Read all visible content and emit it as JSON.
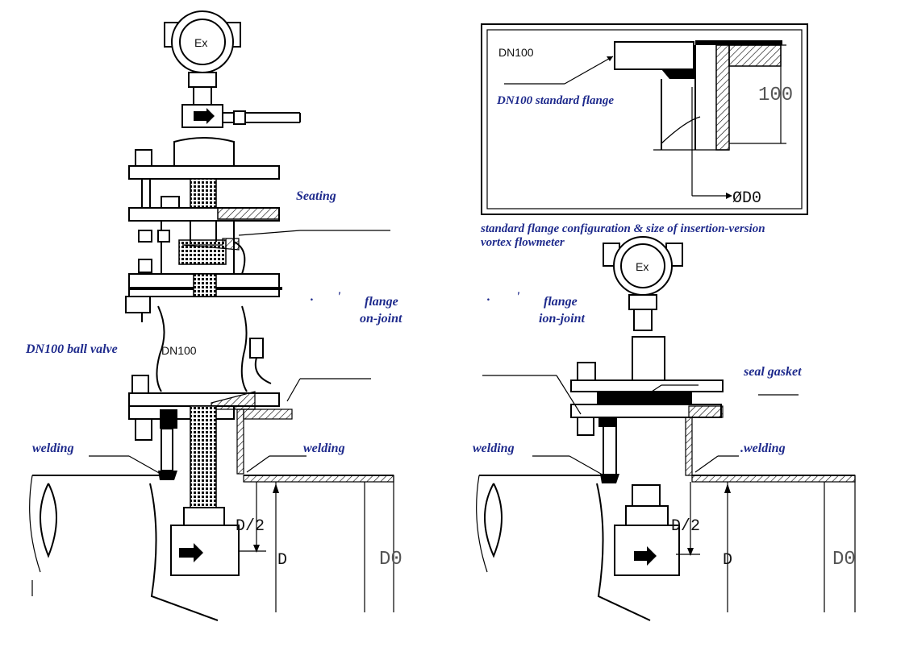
{
  "labels": {
    "dn100_top": "DN100",
    "standard_flange": "DN100 standard flange",
    "dim_100": "100",
    "phi_d0": "ØD0",
    "caption_line1": "standard flange configuration & size of insertion-version",
    "caption_line2": "vortex flowmeter",
    "seating": "Seating",
    "flange_left_1": "flange",
    "flange_left_2": "on-joint",
    "flange_right_1": "flange",
    "flange_right_2": "ion-joint",
    "ball_valve": "DN100 ball valve",
    "dn100_left": "DN100",
    "seal_gasket": "seal gasket",
    "welding_ll": "welding",
    "welding_lr": "welding",
    "welding_rl": "welding",
    "welding_rr": ".welding",
    "d2_left": "D/2",
    "d_left": "D",
    "d0_left": "D0",
    "d2_right": "D/2",
    "d_right": "D",
    "d0_right": "D0",
    "ex_left": "Ex",
    "ex_right": "Ex"
  },
  "colors": {
    "annotation": "#1e2a8c",
    "line": "#000000"
  }
}
